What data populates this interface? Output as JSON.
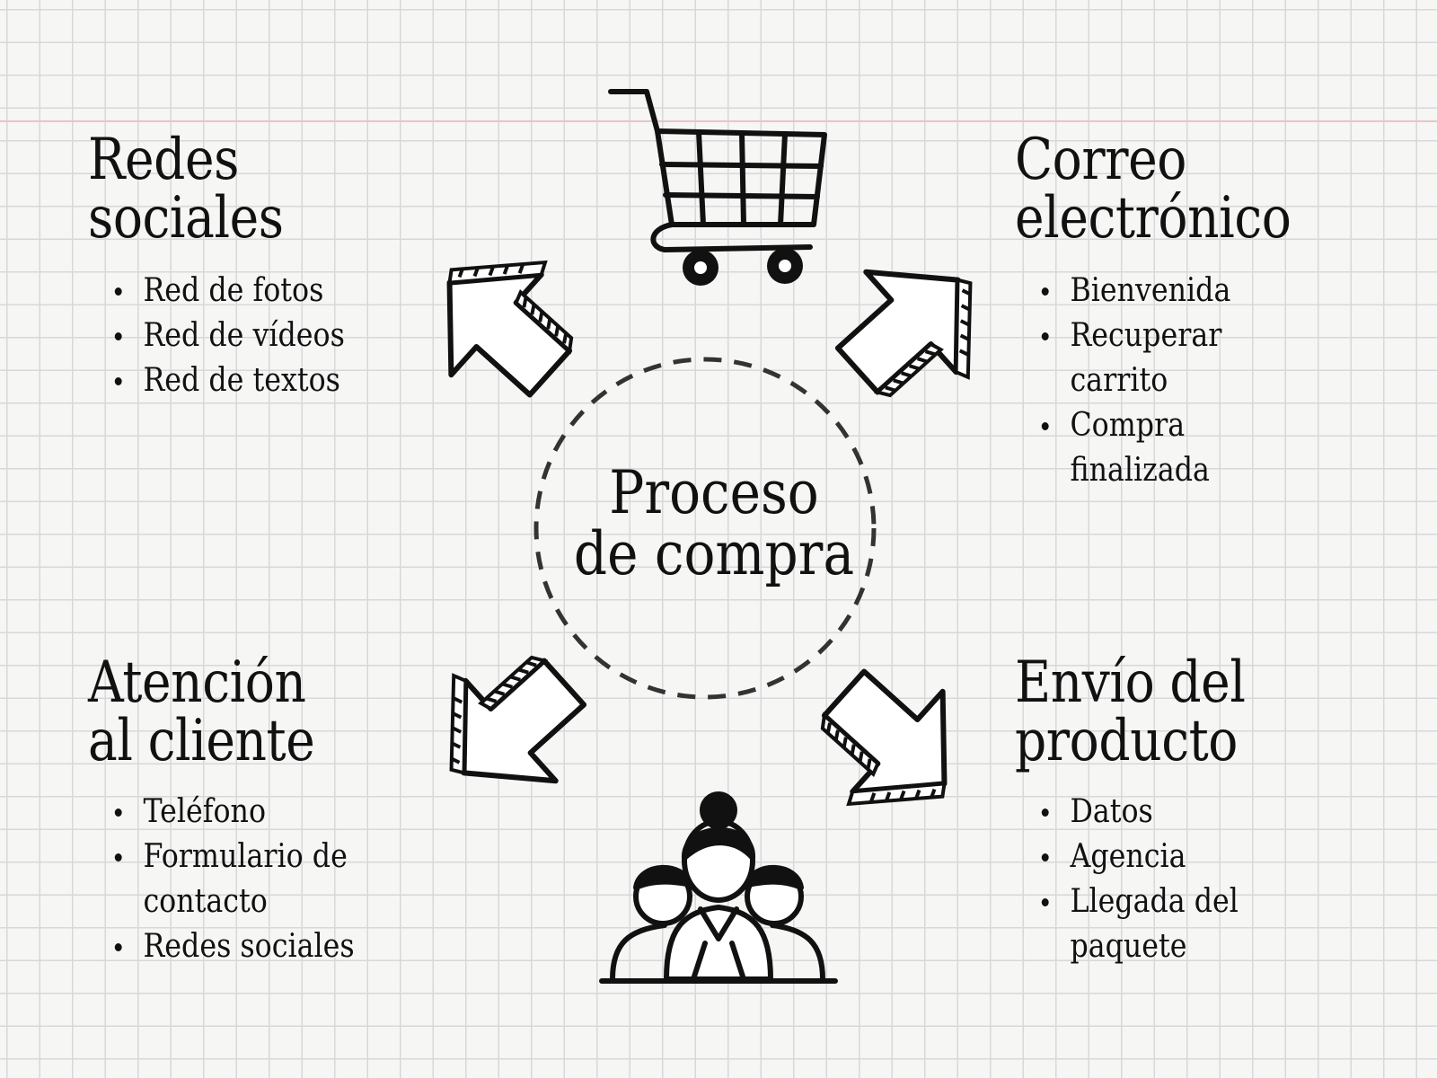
{
  "center": {
    "line1": "Proceso",
    "line2": "de compra"
  },
  "icons": {
    "top": "shopping-cart-icon",
    "bottom": "customer-group-icon"
  },
  "sections": {
    "redes_sociales": {
      "title_line1": "Redes",
      "title_line2": "sociales",
      "items": [
        "Red de fotos",
        "Red de vídeos",
        "Red de textos"
      ]
    },
    "correo": {
      "title_line1": "Correo",
      "title_line2": "electrónico",
      "items": [
        "Bienvenida",
        "Recuperar carrito",
        "Compra finalizada"
      ]
    },
    "atencion": {
      "title_line1": "Atención",
      "title_line2": "al cliente",
      "items": [
        "Teléfono",
        "Formulario de contacto",
        "Redes sociales"
      ]
    },
    "envio": {
      "title_line1": "Envío del",
      "title_line2": "producto",
      "items": [
        "Datos",
        "Agencia",
        "Llegada del paquete"
      ]
    }
  },
  "colors": {
    "ink": "#111111",
    "grid": "#d7d8da",
    "paper": "#f6f6f4",
    "margin_line": "#e9c4c9"
  }
}
